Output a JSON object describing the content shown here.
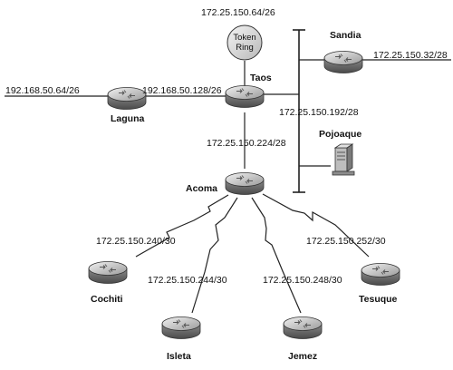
{
  "routers": {
    "taos": "Taos",
    "sandia": "Sandia",
    "laguna": "Laguna",
    "acoma": "Acoma",
    "cochiti": "Cochiti",
    "isleta": "Isleta",
    "jemez": "Jemez",
    "tesuque": "Tesuque"
  },
  "server": {
    "name": "Pojoaque"
  },
  "token_ring": {
    "line1": "Token",
    "line2": "Ring"
  },
  "networks": {
    "token_ring": "172.25.150.64/26",
    "sandia_lan": "172.25.150.32/28",
    "laguna_lan": "192.168.50.64/26",
    "taos_laguna": "192.168.50.128/26",
    "ethernet_bus": "172.25.150.192/28",
    "taos_acoma": "172.25.150.224/28",
    "acoma_cochiti": "172.25.150.240/30",
    "acoma_isleta": "172.25.150.244/30",
    "acoma_jemez": "172.25.150.248/30",
    "acoma_tesuque": "172.25.150.252/30"
  }
}
